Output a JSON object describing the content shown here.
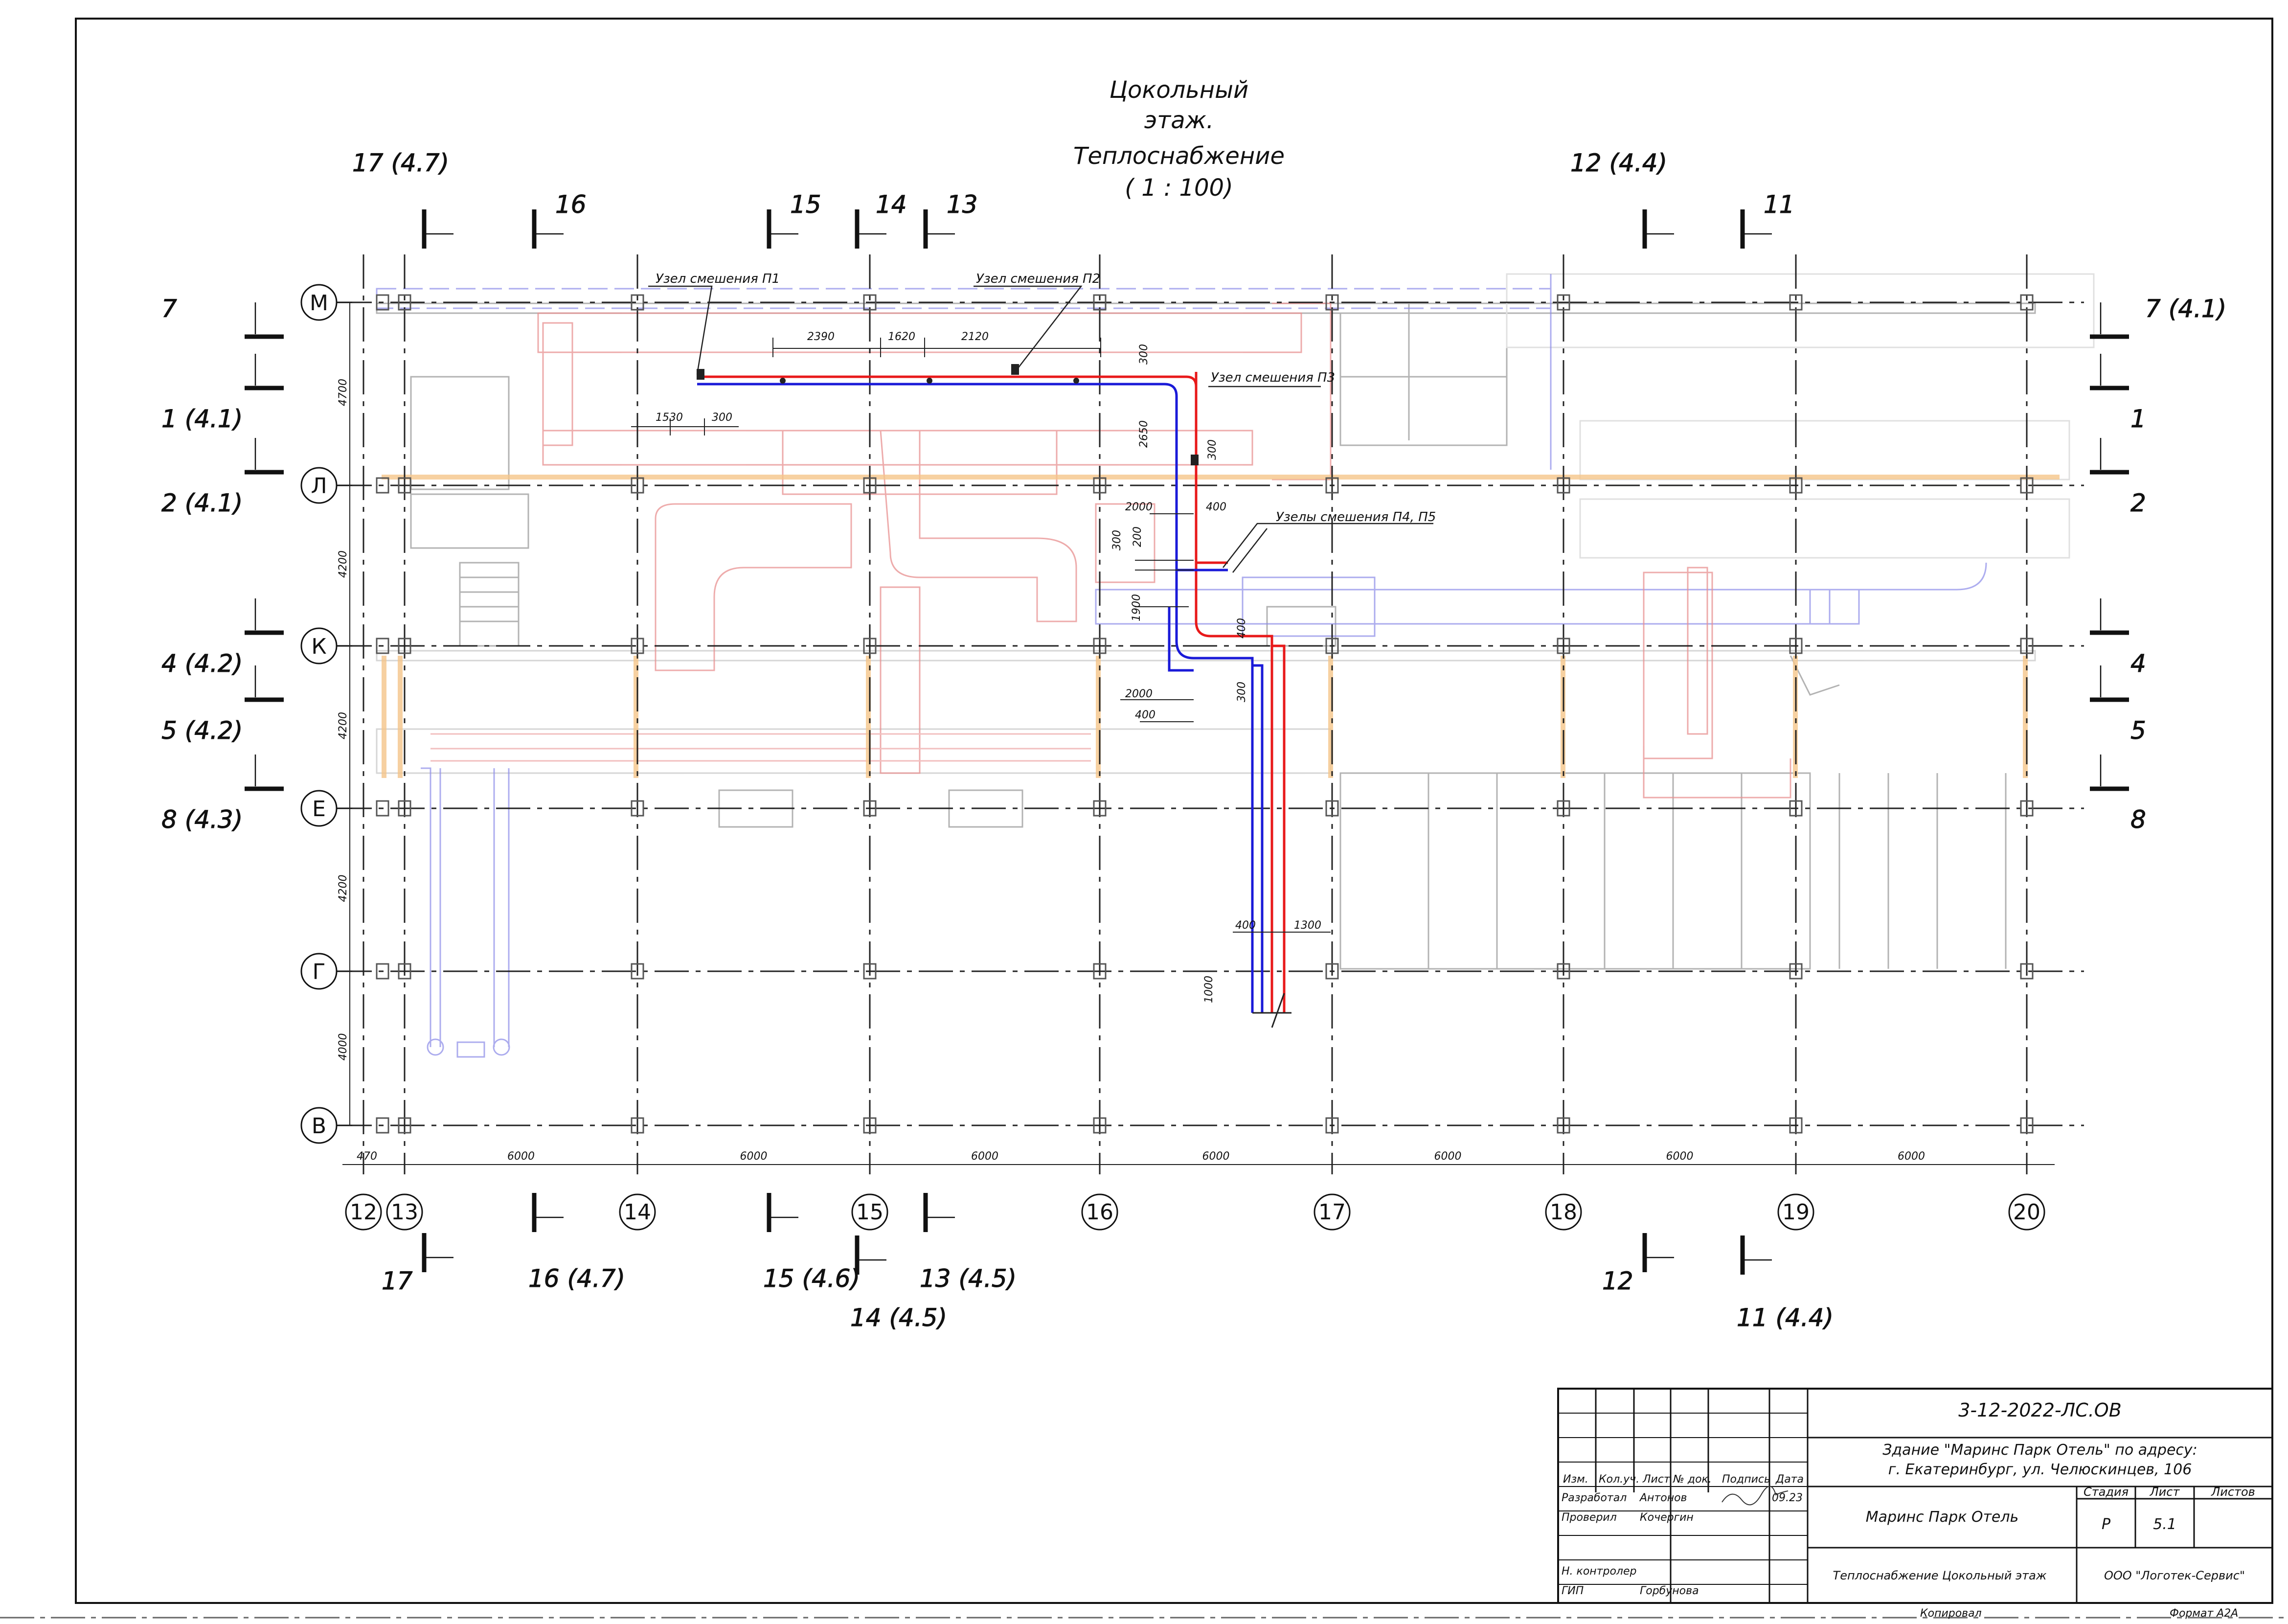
{
  "drawing": {
    "title_lines": [
      "Цокольный",
      "этаж.",
      "Теплоснабжение",
      "( 1 : 100)"
    ]
  },
  "axes": {
    "rows": [
      "М",
      "Л",
      "К",
      "Е",
      "Г",
      "В"
    ],
    "cols": [
      "12",
      "13",
      "14",
      "15",
      "16",
      "17",
      "18",
      "19",
      "20"
    ],
    "row_spacing_labels": [
      "4700",
      "4200",
      "4200",
      "4200",
      "4000"
    ],
    "col_spacing_labels": [
      "470",
      "6000",
      "6000",
      "6000",
      "6000",
      "6000",
      "6000",
      "6000"
    ]
  },
  "section_marks": {
    "left": [
      "7",
      "1 (4.1)",
      "2 (4.1)",
      "4 (4.2)",
      "5 (4.2)",
      "8 (4.3)"
    ],
    "right": [
      "7 (4.1)",
      "1",
      "2",
      "4",
      "5",
      "8"
    ],
    "top": [
      "17 (4.7)",
      "16",
      "15",
      "14",
      "13",
      "12 (4.4)",
      "11"
    ],
    "bottom": [
      "17",
      "16 (4.7)",
      "15 (4.6)",
      "13 (4.5)",
      "14 (4.5)",
      "12",
      "11 (4.4)"
    ]
  },
  "annotations": {
    "node_p1": "Узел смешения П1",
    "node_p2": "Узел смешения П2",
    "node_p3": "Узел смешения П3",
    "node_p4p5": "Узелы смешения П4, П5"
  },
  "dimensions": {
    "d2390": "2390",
    "d1620": "1620",
    "d2120": "2120",
    "d1530": "1530",
    "d300a": "300",
    "d300v": "300",
    "d2650": "2650",
    "d300b": "300",
    "d2000a": "2000",
    "d400a": "400",
    "d300c": "300",
    "d200": "200",
    "d1900": "1900",
    "d400b": "400",
    "d300d": "300",
    "d2000b": "2000",
    "d400c": "400",
    "d400d": "400",
    "d1300": "1300",
    "d1000": "1000"
  },
  "stamp": {
    "doc_code": "3-12-2022-ЛС.ОВ",
    "building_line1": "Здание \"Маринс Парк Отель\" по адресу:",
    "building_line2": "г. Екатеринбург, ул. Челюскинцев, 106",
    "object_name": "Маринс Парк Отель",
    "sheet_name": "Теплоснабжение Цокольный этаж",
    "company": "ООО \"Логотек-Сервис\"",
    "hdr_izm": "Изм.",
    "hdr_koluch": "Кол.уч.",
    "hdr_list": "Лист",
    "hdr_ndok": "№ док.",
    "hdr_podpis": "Подпись",
    "hdr_data": "Дата",
    "role_developed": "Разработал",
    "name_developed": "Антонов",
    "date_developed": "09.23",
    "role_checked": "Проверил",
    "name_checked": "Кочергин",
    "role_nkontr": "Н. контролер",
    "role_gip": "ГИП",
    "name_gip": "Горбунова",
    "col_stage": "Стадия",
    "col_sheet": "Лист",
    "col_sheets": "Листов",
    "stage": "Р",
    "sheet_no": "5.1",
    "copied": "Копировал",
    "format": "Формат А2А"
  },
  "colors": {
    "supply": "#e8191a",
    "return": "#1a1ad8",
    "grid": "#222222",
    "background_plan": "#9a9a9a",
    "structure_highlight": "#f5c58a"
  }
}
